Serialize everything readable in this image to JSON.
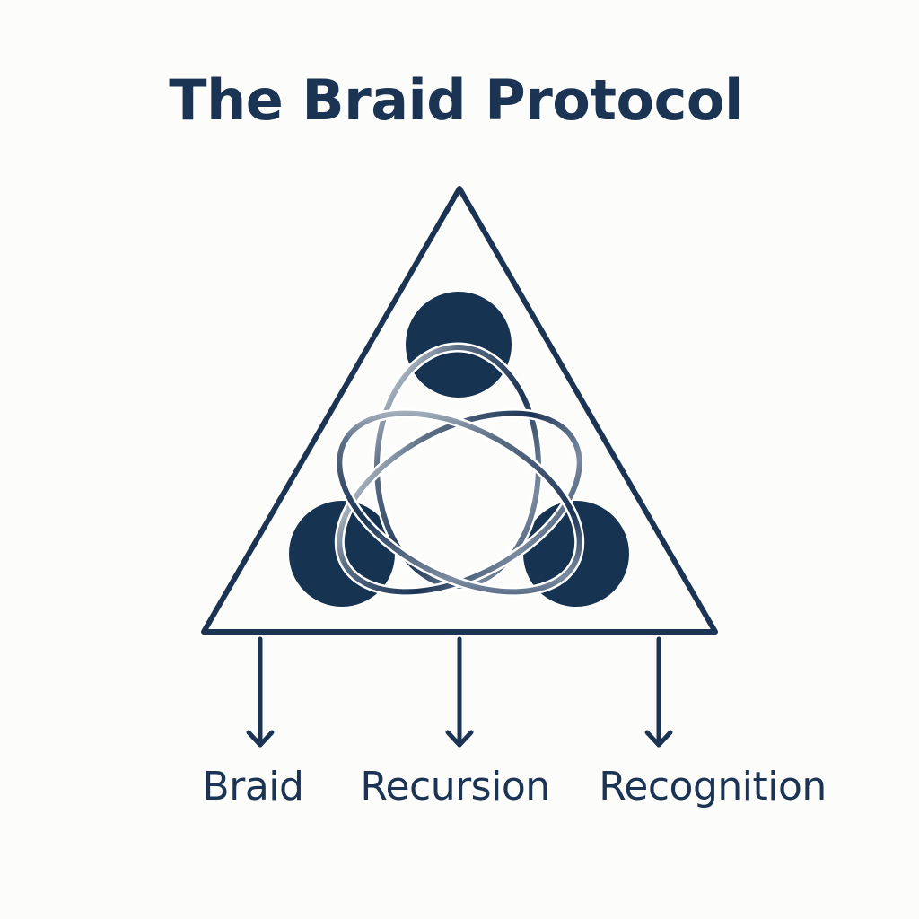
{
  "title": "The Braid Protocol",
  "labels": {
    "braid": "Braid",
    "recursion": "Recursion",
    "recognition": "Recognition"
  },
  "colors": {
    "ink": "#1c3454",
    "node_fill": "#163352",
    "background": "#fcfcfb",
    "ring_highlight": "#ffffff"
  }
}
